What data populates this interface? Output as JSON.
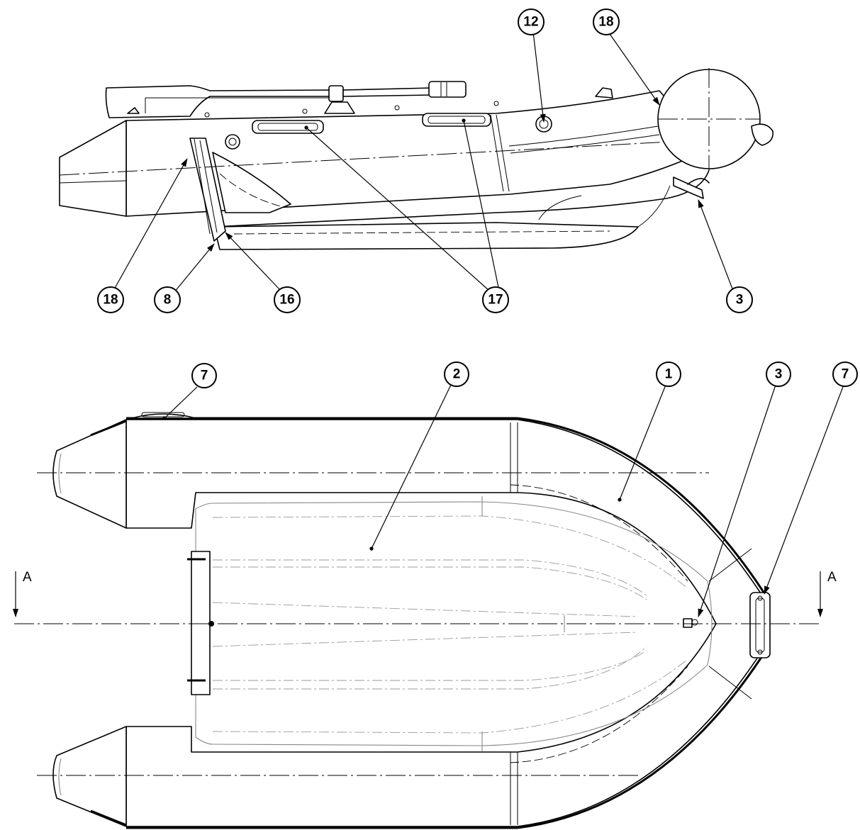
{
  "side_view": {
    "callouts": [
      "12",
      "18",
      "18",
      "8",
      "16",
      "17",
      "3"
    ]
  },
  "top_view": {
    "callouts": [
      "7",
      "2",
      "1",
      "3",
      "7"
    ],
    "section_marks": [
      "A",
      "A"
    ]
  },
  "colors": {
    "line": "#000000",
    "hidden": "#888888",
    "background": "#ffffff"
  }
}
